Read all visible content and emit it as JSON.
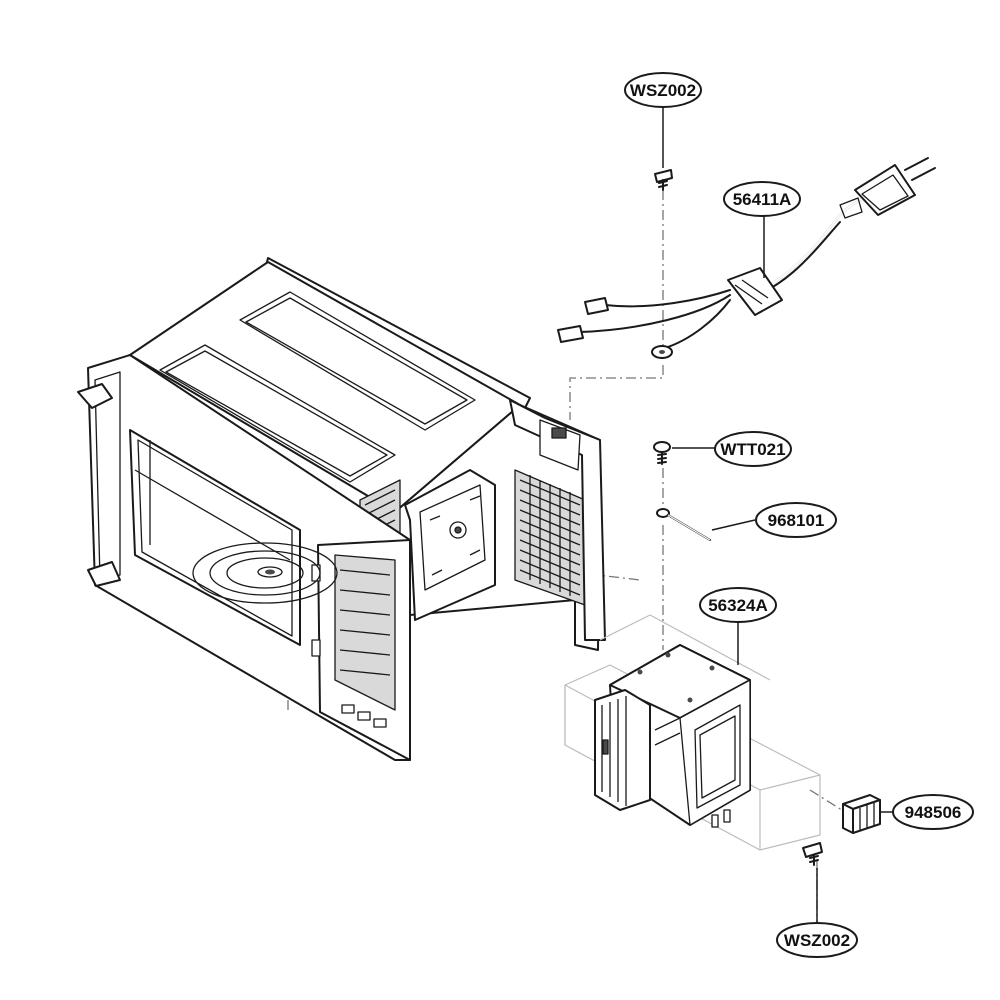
{
  "callouts": [
    {
      "id": "wsz002-top",
      "text": "WSZ002"
    },
    {
      "id": "56411a",
      "text": "56411A"
    },
    {
      "id": "wtt021",
      "text": "WTT021"
    },
    {
      "id": "968101",
      "text": "968101"
    },
    {
      "id": "56324a",
      "text": "56324A"
    },
    {
      "id": "948506",
      "text": "948506"
    },
    {
      "id": "wsz002-bottom",
      "text": "WSZ002"
    }
  ]
}
